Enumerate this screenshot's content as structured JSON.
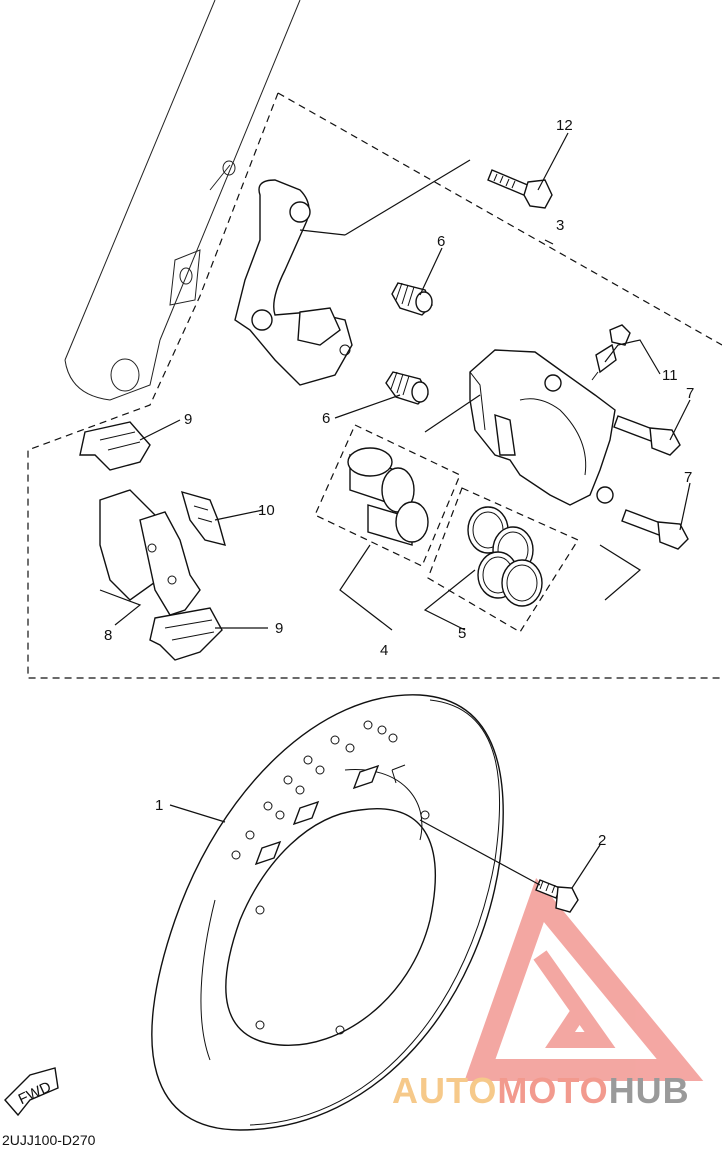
{
  "callouts": {
    "c1": "1",
    "c2": "2",
    "c3": "3",
    "c4": "4",
    "c5": "5",
    "c6a": "6",
    "c6b": "6",
    "c7a": "7",
    "c7b": "7",
    "c8": "8",
    "c9a": "9",
    "c9b": "9",
    "c10": "10",
    "c11": "11",
    "c12": "12"
  },
  "fwd_label": "FWD",
  "diagram_code": "2UJJ100-D270",
  "watermark": {
    "part1": "AUTO",
    "part2": "MOTO",
    "part3": "HUB",
    "color1": "#f6c98a",
    "color2": "#f29a8e",
    "color3": "#9a9a9a",
    "logo_color": "#f08a84"
  }
}
